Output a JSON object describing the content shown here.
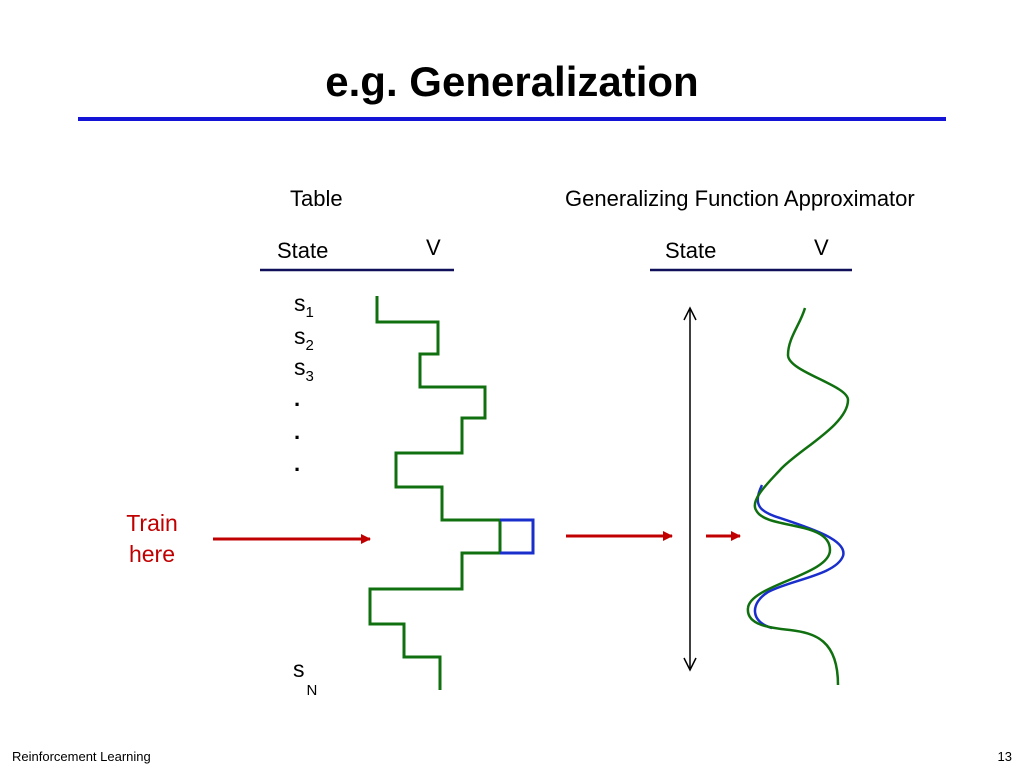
{
  "slide": {
    "title": "e.g. Generalization",
    "footer_left": "Reinforcement Learning",
    "page_number": "13"
  },
  "table_panel": {
    "heading": "Table",
    "col_state": "State",
    "col_value": "V",
    "state_labels": [
      {
        "letter": "s",
        "sub": "1"
      },
      {
        "letter": "s",
        "sub": "2"
      },
      {
        "letter": "s",
        "sub": "3"
      }
    ],
    "ellipsis": [
      ".",
      ".",
      "."
    ],
    "last_state": {
      "letter": "s",
      "sub": "N"
    }
  },
  "approximator_panel": {
    "heading": "Generalizing Function Approximator",
    "col_state": "State",
    "col_value": "V"
  },
  "train_label": {
    "line1": "Train",
    "line2": "here"
  },
  "colors": {
    "title_rule": "#1414d6",
    "value_before": "#107010",
    "value_after": "#1a2ecc",
    "arrow": "#c00000",
    "header_rule": "#10105a"
  }
}
